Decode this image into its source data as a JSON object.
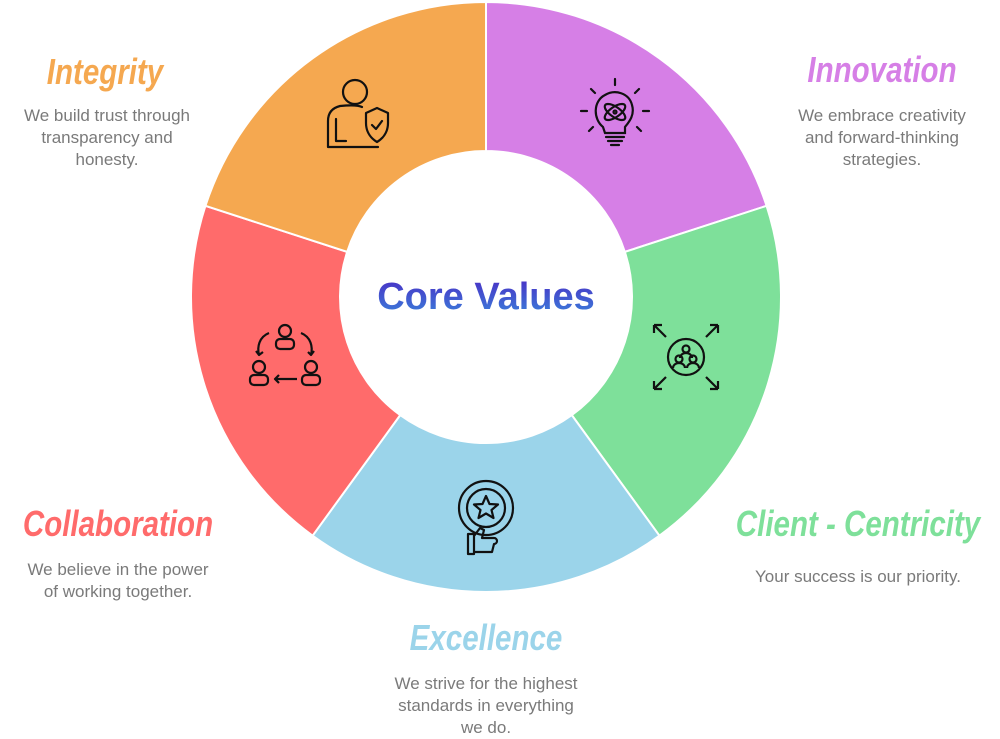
{
  "center_title": "Core Values",
  "segments": [
    {
      "name": "Innovation",
      "description": [
        "We embrace creativity",
        "and forward-thinking",
        "strategies."
      ],
      "color": "#d67fe6",
      "icon": "lightbulb-atom-icon"
    },
    {
      "name": "Client - Centricity",
      "description": [
        "Your success is our priority."
      ],
      "color": "#7ee09a",
      "icon": "client-focus-icon"
    },
    {
      "name": "Excellence",
      "description": [
        "We strive for the highest",
        "standards in everything",
        "we do."
      ],
      "color": "#9bd4ea",
      "icon": "award-star-icon"
    },
    {
      "name": "Collaboration",
      "description": [
        "We believe in the power",
        "of working together."
      ],
      "color": "#ff6b6b",
      "icon": "team-cycle-icon"
    },
    {
      "name": "Integrity",
      "description": [
        "We build trust through",
        "transparency and",
        "honesty."
      ],
      "color": "#f5a850",
      "icon": "user-shield-icon"
    }
  ]
}
